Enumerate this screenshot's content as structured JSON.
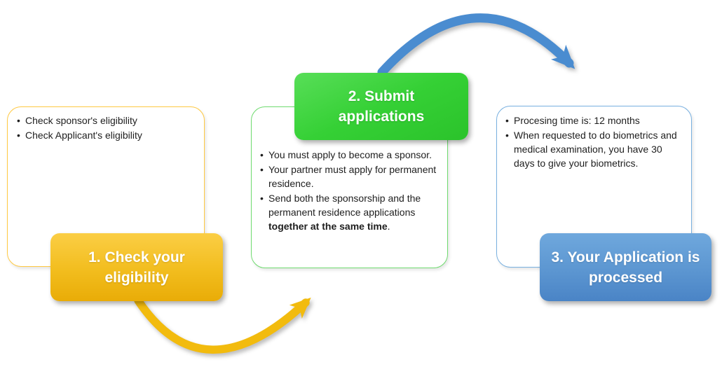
{
  "diagram": {
    "background": "#FFFFFF",
    "steps": [
      {
        "name": "check-your-eligibility",
        "title": "1. Check your eligibility",
        "accent_color": "#FFC000",
        "border_color": "#FFC942",
        "title_gradient_top": "#FBCE45",
        "title_gradient_bottom": "#E9AC07",
        "bullets": [
          "Check sponsor's eligibility",
          "Check Applicant's eligibility"
        ]
      },
      {
        "name": "submit-applications",
        "title": "2. Submit applications",
        "accent_color": "#32CD32",
        "border_color": "#70DB70",
        "title_gradient_top": "#58DE58",
        "title_gradient_bottom": "#2BC32B",
        "bullets": [
          "You must apply to become a sponsor.",
          "Your partner must apply for permanent residence.",
          {
            "pre": "Send both the sponsorship and the permanent residence applications ",
            "bold": "together at the same time",
            "post": "."
          }
        ]
      },
      {
        "name": "application-processed",
        "title": "3. Your Application is processed",
        "accent_color": "#4A84C6",
        "border_color": "#78B0E0",
        "title_gradient_top": "#6FA8DD",
        "title_gradient_bottom": "#4A84C6",
        "bullets": [
          "Procesing time is: 12 months",
          "When requested to do biometrics and medical examination, you have 30 days to give your biometrics."
        ]
      }
    ],
    "arrows": [
      {
        "name": "arrow-step1-to-step2",
        "color": "#F2BB0E"
      },
      {
        "name": "arrow-step2-to-step3",
        "color": "#4A8CD0"
      }
    ]
  }
}
